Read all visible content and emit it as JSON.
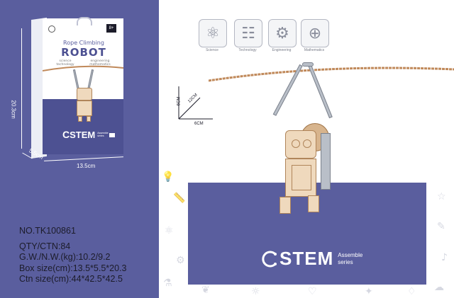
{
  "package": {
    "title_line1": "Rope Climbing",
    "title_line2": "ROBOT",
    "left_caption_1": "science",
    "left_caption_2": "technology",
    "right_caption_1": "engineering",
    "right_caption_2": "mathematics",
    "badge": "8+",
    "logo_word": "STEM",
    "logo_sub": "Assemble series",
    "height_label": "20.3cm",
    "width_label": "13.5cm",
    "depth_label": "5.5cm"
  },
  "specs": {
    "model": "NO.TK100861",
    "qty": "QTY/CTN:84",
    "weight": "G.W./N.W.(kg):10.2/9.2",
    "box_size": "Box size(cm):13.5*5.5*20.3",
    "ctn_size": "Ctn size(cm):44*42.5*42.5"
  },
  "stem_icons": [
    {
      "name": "Science",
      "icon": "atom-icon",
      "glyph": "⚛"
    },
    {
      "name": "Technology",
      "icon": "brain-icon",
      "glyph": "☷"
    },
    {
      "name": "Engineering",
      "icon": "gear-icon",
      "glyph": "⚙"
    },
    {
      "name": "Mathematics",
      "icon": "calculator-icon",
      "glyph": "⊕"
    }
  ],
  "dimension_diagram": {
    "height": "6CM",
    "depth": "12CM",
    "width": "6CM"
  },
  "banner": {
    "logo_word": "STEM",
    "sub_line1": "Assemble",
    "sub_line2": "series"
  },
  "colors": {
    "panel": "#5a5e9e",
    "wood": "#efd9bd",
    "rope": "#c0895a"
  }
}
